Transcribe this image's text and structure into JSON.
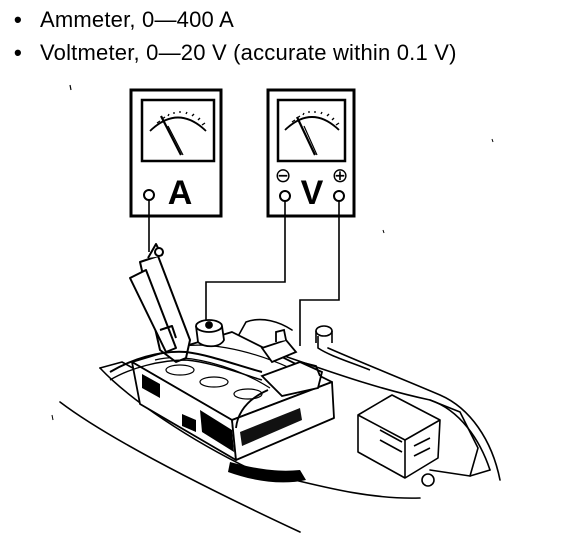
{
  "specs": [
    {
      "bullet": "•",
      "text": "Ammeter, 0—400 A"
    },
    {
      "bullet": "•",
      "text": "Voltmeter, 0—20 V (accurate within 0.1 V)"
    }
  ],
  "ammeter": {
    "letter": "A"
  },
  "voltmeter": {
    "letter": "V",
    "negative_symbol": "⊖",
    "positive_symbol": "⊕"
  }
}
